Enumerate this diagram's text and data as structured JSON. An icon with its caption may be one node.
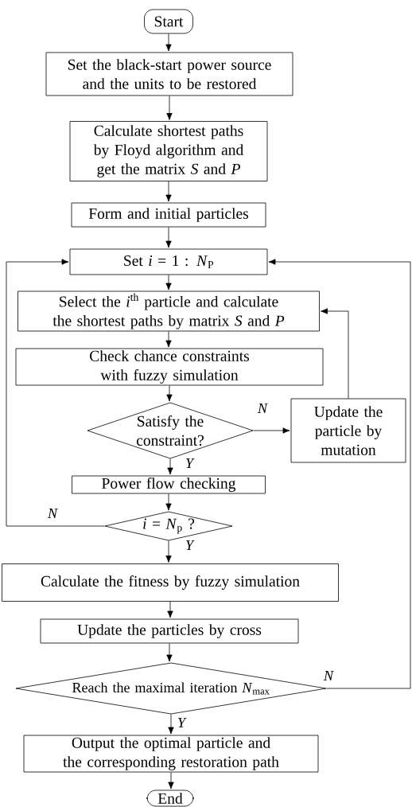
{
  "diagram": {
    "nodes": [
      {
        "text": [
          "Start"
        ]
      },
      {
        "text": [
          "Set the black-start power source and the units to be restored"
        ]
      },
      {
        "text": [
          "Calculate shortest paths by Floyd algorithm and get the matrix *S* and *P*"
        ]
      },
      {
        "text": [
          "Form and initial particles"
        ]
      },
      {
        "text": [
          "Set *i* = 1 : *N*$_{P}$"
        ]
      },
      {
        "text": [
          "Select the *i*$^{th}$ particle and calculate the shortest paths by matrix *S* and *P*"
        ]
      },
      {
        "text": [
          "Check chance constraints with fuzzy simulation"
        ]
      },
      {
        "text": [
          "Satisfy the constraint?"
        ]
      },
      {
        "text": [
          "Update the particle by mutation"
        ]
      },
      {
        "text": [
          "Power flow checking"
        ]
      },
      {
        "text": [
          "*i* = *N*$_{p}$ ?"
        ]
      },
      {
        "text": [
          "Calculate the fitness by fuzzy simulation"
        ]
      },
      {
        "text": [
          "Update the particles by cross"
        ]
      },
      {
        "text": [
          "Reach the maximal iteration *N*$_{max}$"
        ]
      },
      {
        "text": [
          "Output the optimal particle and the corresponding restoration path"
        ]
      },
      {
        "text": [
          "End"
        ]
      }
    ],
    "edges": [
      {
        "from": 0,
        "to": 1,
        "arrow": "to"
      },
      {
        "from": 1,
        "to": 2,
        "arrow": "to"
      },
      {
        "from": 2,
        "to": 3,
        "arrow": "to"
      },
      {
        "from": 3,
        "to": 4,
        "arrow": "to"
      },
      {
        "from": 4,
        "to": 5,
        "arrow": "to"
      },
      {
        "from": 5,
        "to": 6,
        "arrow": "to"
      },
      {
        "from": 6,
        "to": 7,
        "arrow": "to"
      },
      {
        "from": 7,
        "to": 8,
        "arrow": "to",
        "label": "N"
      },
      {
        "from": 8,
        "to": 5,
        "arrow": "to"
      },
      {
        "from": 7,
        "to": 9,
        "arrow": "to",
        "label": "Y"
      },
      {
        "from": 9,
        "to": 10,
        "arrow": "to"
      },
      {
        "from": 10,
        "to": 4,
        "arrow": "to",
        "label": "N"
      },
      {
        "from": 10,
        "to": 11,
        "arrow": "to",
        "label": "Y"
      },
      {
        "from": 11,
        "to": 12,
        "arrow": "to"
      },
      {
        "from": 12,
        "to": 13,
        "arrow": "to"
      },
      {
        "from": 13,
        "to": 4,
        "arrow": "to",
        "label": "N"
      },
      {
        "from": 13,
        "to": 14,
        "arrow": "to",
        "label": "Y"
      },
      {
        "from": 14,
        "to": 15,
        "arrow": "to"
      }
    ]
  }
}
